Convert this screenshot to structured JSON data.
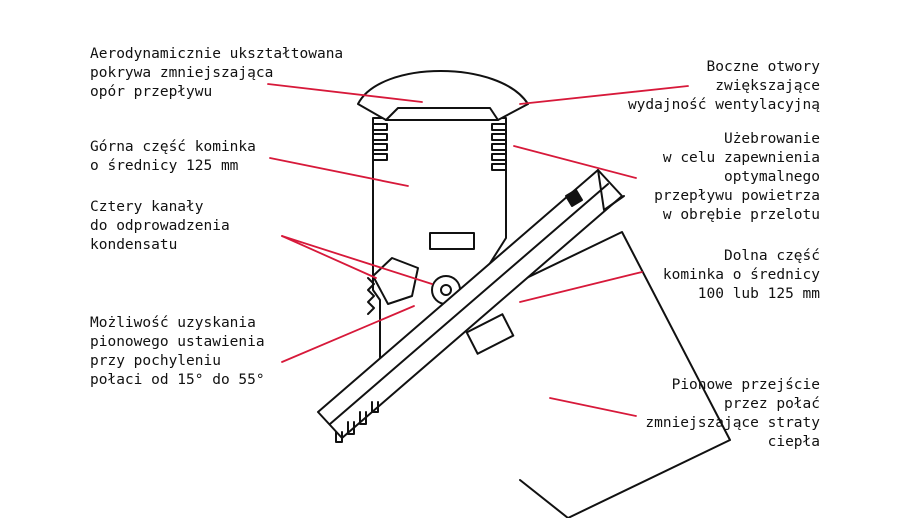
{
  "colors": {
    "outline": "#111111",
    "leader": "#d7193a",
    "background": "#ffffff"
  },
  "labels": {
    "cover": [
      "Aerodynamicznie ukształtowana",
      "pokrywa zmniejszająca",
      "opór przepływu"
    ],
    "upper_part": [
      "Górna część kominka",
      "o średnicy 125 mm"
    ],
    "channels": [
      "Cztery kanały",
      "do odprowadzenia",
      "kondensatu"
    ],
    "vertical": [
      "Możliwość uzyskania",
      "pionowego ustawienia",
      "przy pochyleniu",
      "połaci od 15° do 55°"
    ],
    "side_openings": [
      "Boczne otwory",
      "zwiększające",
      "wydajność wentylacyjną"
    ],
    "ribbing": [
      "Użebrowanie",
      "w celu zapewnienia",
      "optymalnego",
      "przepływu powietrza",
      "w obrębie przelotu"
    ],
    "lower_part": [
      "Dolna część",
      "kominka o średnicy",
      "100 lub 125 mm"
    ],
    "passage": [
      "Pionowe przejście",
      "przez połać",
      "zmniejszające straty",
      "ciepła"
    ]
  }
}
